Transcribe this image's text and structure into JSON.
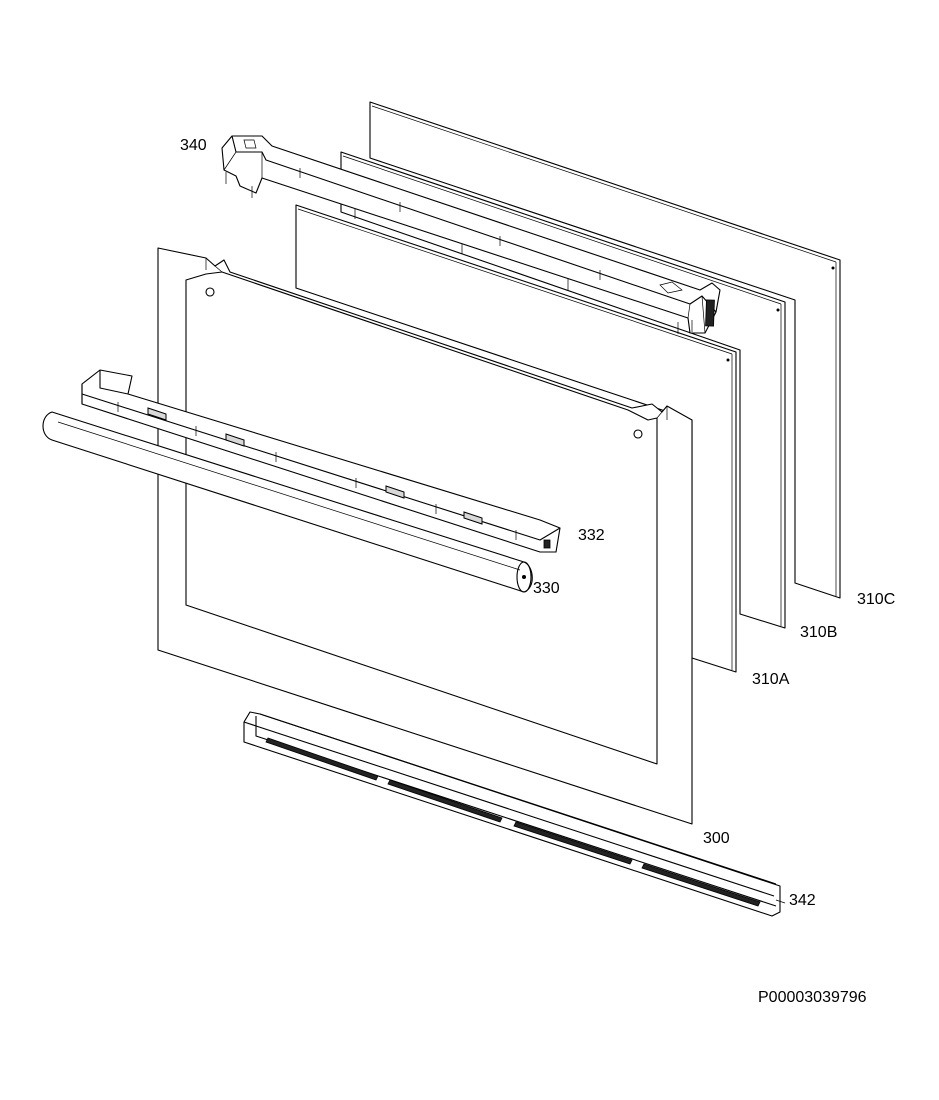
{
  "labels": {
    "p340": "340",
    "p332": "332",
    "p330": "330",
    "p310c": "310C",
    "p310b": "310B",
    "p310a": "310A",
    "p300": "300",
    "p342": "342"
  },
  "document_code": "P00003039796",
  "colors": {
    "line": "#000000",
    "background": "#ffffff",
    "shade": "#d8d8d8"
  }
}
